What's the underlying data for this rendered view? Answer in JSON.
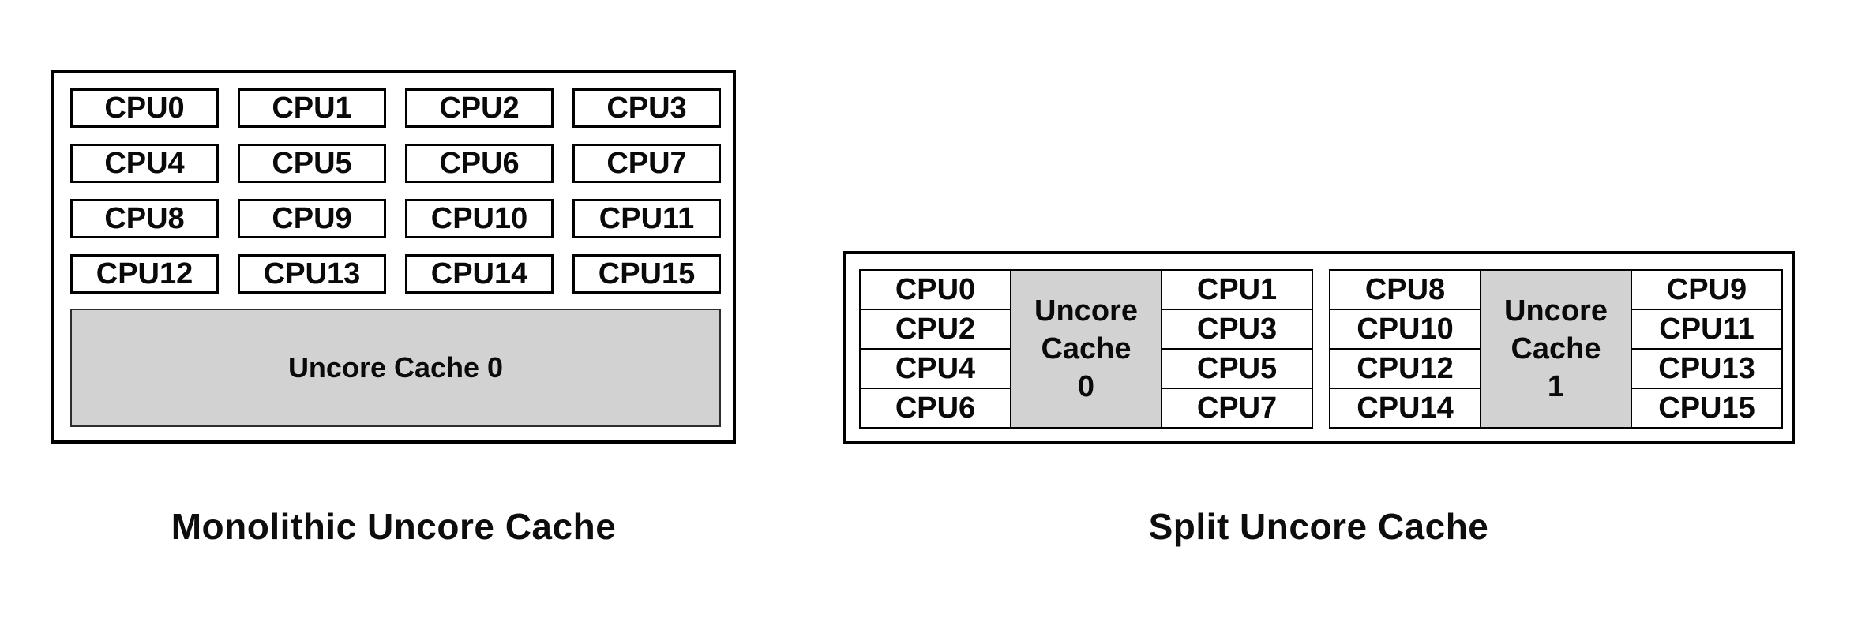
{
  "monolithic": {
    "caption": "Monolithic Uncore Cache",
    "cpus": [
      "CPU0",
      "CPU1",
      "CPU2",
      "CPU3",
      "CPU4",
      "CPU5",
      "CPU6",
      "CPU7",
      "CPU8",
      "CPU9",
      "CPU10",
      "CPU11",
      "CPU12",
      "CPU13",
      "CPU14",
      "CPU15"
    ],
    "cache_label": "Uncore Cache 0"
  },
  "split": {
    "caption": "Split Uncore Cache",
    "clusters": [
      {
        "left_cpus": [
          "CPU0",
          "CPU2",
          "CPU4",
          "CPU6"
        ],
        "cache_lines": [
          "Uncore",
          "Cache",
          "0"
        ],
        "right_cpus": [
          "CPU1",
          "CPU3",
          "CPU5",
          "CPU7"
        ]
      },
      {
        "left_cpus": [
          "CPU8",
          "CPU10",
          "CPU12",
          "CPU14"
        ],
        "cache_lines": [
          "Uncore",
          "Cache",
          "1"
        ],
        "right_cpus": [
          "CPU9",
          "CPU11",
          "CPU13",
          "CPU15"
        ]
      }
    ]
  },
  "colors": {
    "cache_fill": "#d2d2d2",
    "border": "#000000",
    "text": "#0a0a0a"
  }
}
